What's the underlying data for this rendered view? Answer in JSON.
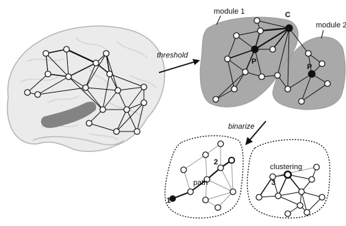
{
  "labels": {
    "threshold": "threshold",
    "binarize": "binarize",
    "module1": "module 1",
    "module2": "module 2",
    "connector": "C",
    "provincial_a": "P",
    "provincial_b": "P",
    "path": "path",
    "clustering": "clustering",
    "path_start": "1",
    "path_end": "2",
    "cluster_node": "3"
  },
  "colors": {
    "brain_fill": "#ebebeb",
    "brain_stroke": "#b5b5b5",
    "insula_fill": "#7d7d7d",
    "module_fill": "#a9a9a9",
    "node_fill": "#ffffff",
    "edge": "#111111",
    "faint_edge": "#9a9a9a"
  }
}
